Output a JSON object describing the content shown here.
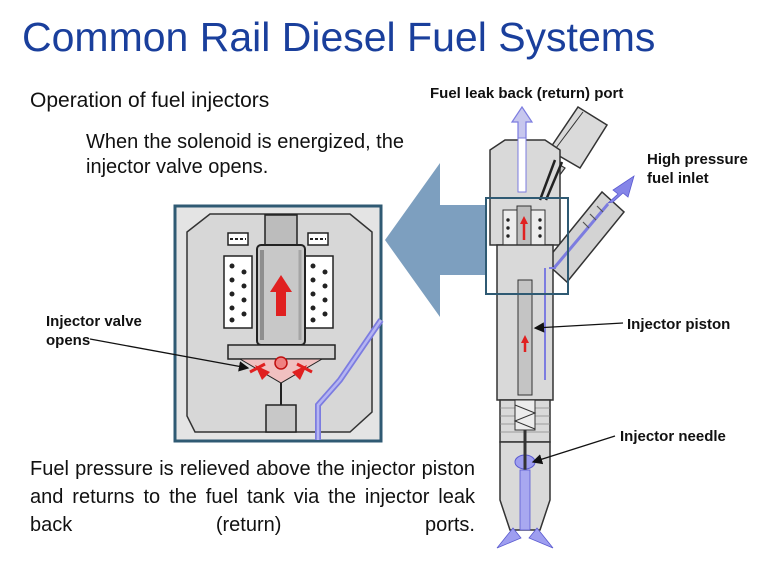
{
  "title": "Common Rail Diesel Fuel Systems",
  "subtitle": "Operation of fuel injectors",
  "intro_text": "When the solenoid is energized, the injector valve opens.",
  "outro_text": "Fuel pressure is relieved above the injector piston and returns to the fuel tank via the injector leak back (return) ports.",
  "callouts": {
    "leak_back_port": "Fuel leak back (return) port",
    "high_pressure_inlet_line1": "High pressure",
    "high_pressure_inlet_line2": "fuel inlet",
    "injector_piston": "Injector piston",
    "injector_needle": "Injector needle",
    "valve_opens_line1": "Injector valve",
    "valve_opens_line2": "opens"
  },
  "colors": {
    "title": "#1a3f9c",
    "body_metal": "#d9d9d9",
    "outline": "#333333",
    "fuel_flow": "#7c7ce0",
    "motion_arrow": "#e02020",
    "zoom_frame": "#2f5a73",
    "zoom_arrow": "#7d9fbf"
  }
}
